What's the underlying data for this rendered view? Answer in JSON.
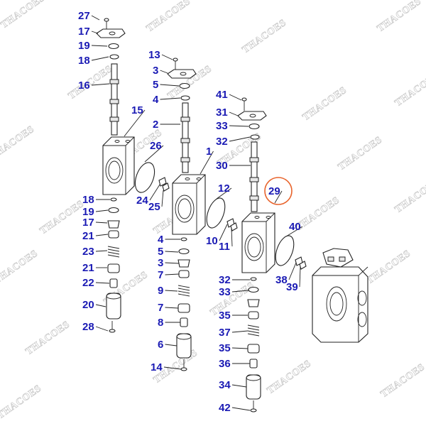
{
  "watermark": {
    "text": "THACOES",
    "color": "#cfcfcf"
  },
  "colors": {
    "label": "#1a1ab4",
    "highlight_ring": "#e8632b",
    "line": "#222222"
  },
  "labels": {
    "col1": [
      "27",
      "17",
      "19",
      "18",
      "16",
      "15",
      "18",
      "19",
      "17",
      "21",
      "23",
      "21",
      "22",
      "20",
      "28"
    ],
    "col2": [
      "13",
      "3",
      "5",
      "4",
      "2",
      "1",
      "26",
      "24",
      "25",
      "4",
      "5",
      "3",
      "7",
      "9",
      "7",
      "8",
      "6",
      "14"
    ],
    "col3": [
      "41",
      "31",
      "33",
      "32",
      "30",
      "12",
      "29",
      "10",
      "11",
      "40",
      "38",
      "39",
      "32",
      "33",
      "35",
      "37",
      "35",
      "36",
      "34",
      "42"
    ]
  },
  "highlighted_label": "29"
}
